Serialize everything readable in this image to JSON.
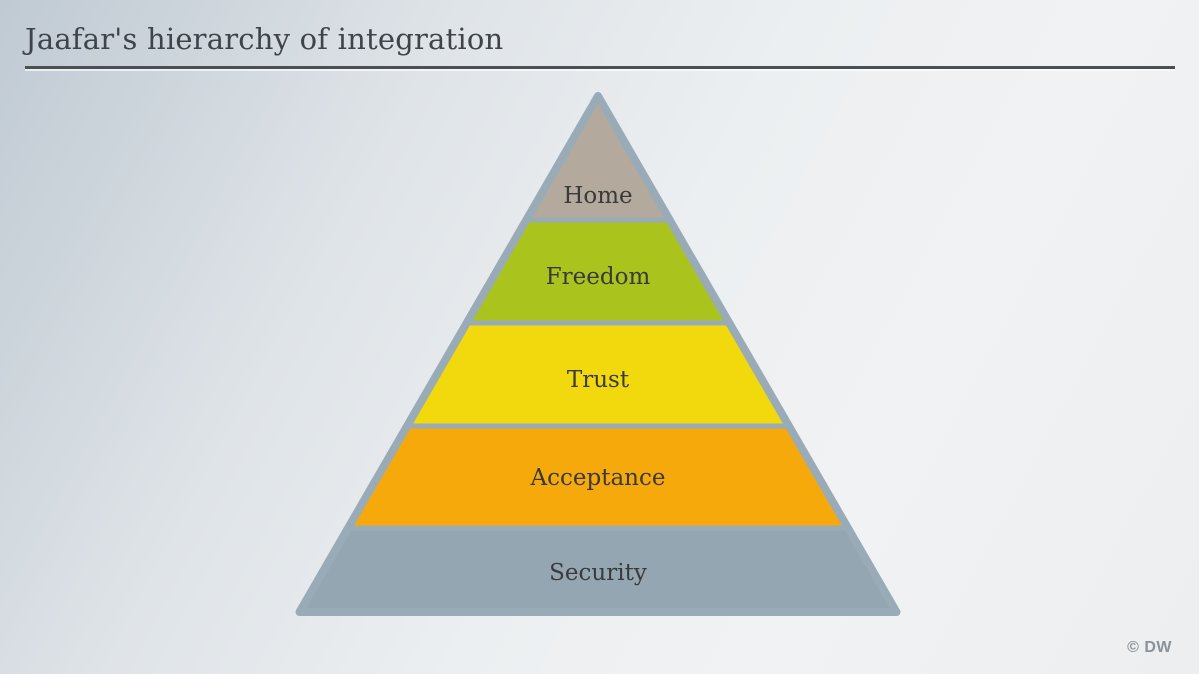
{
  "header": {
    "title": "Jaafar's hierarchy of integration"
  },
  "footer": {
    "credit": "© DW"
  },
  "colors": {
    "title_text": "#3f444a",
    "title_rule": "#4b5055",
    "label_text": "#3a3a3a",
    "pyramid_outline": "#9aabb8",
    "credit_text": "#8b9298"
  },
  "chart_data": {
    "type": "pyramid",
    "title": "Jaafar's hierarchy of integration",
    "order": "top-to-bottom",
    "levels": [
      {
        "label": "Home",
        "color": "#b3aa9d"
      },
      {
        "label": "Freedom",
        "color": "#aac31d"
      },
      {
        "label": "Trust",
        "color": "#f2d90e"
      },
      {
        "label": "Acceptance",
        "color": "#f6a90a"
      },
      {
        "label": "Security",
        "color": "#95a6b3"
      }
    ]
  }
}
